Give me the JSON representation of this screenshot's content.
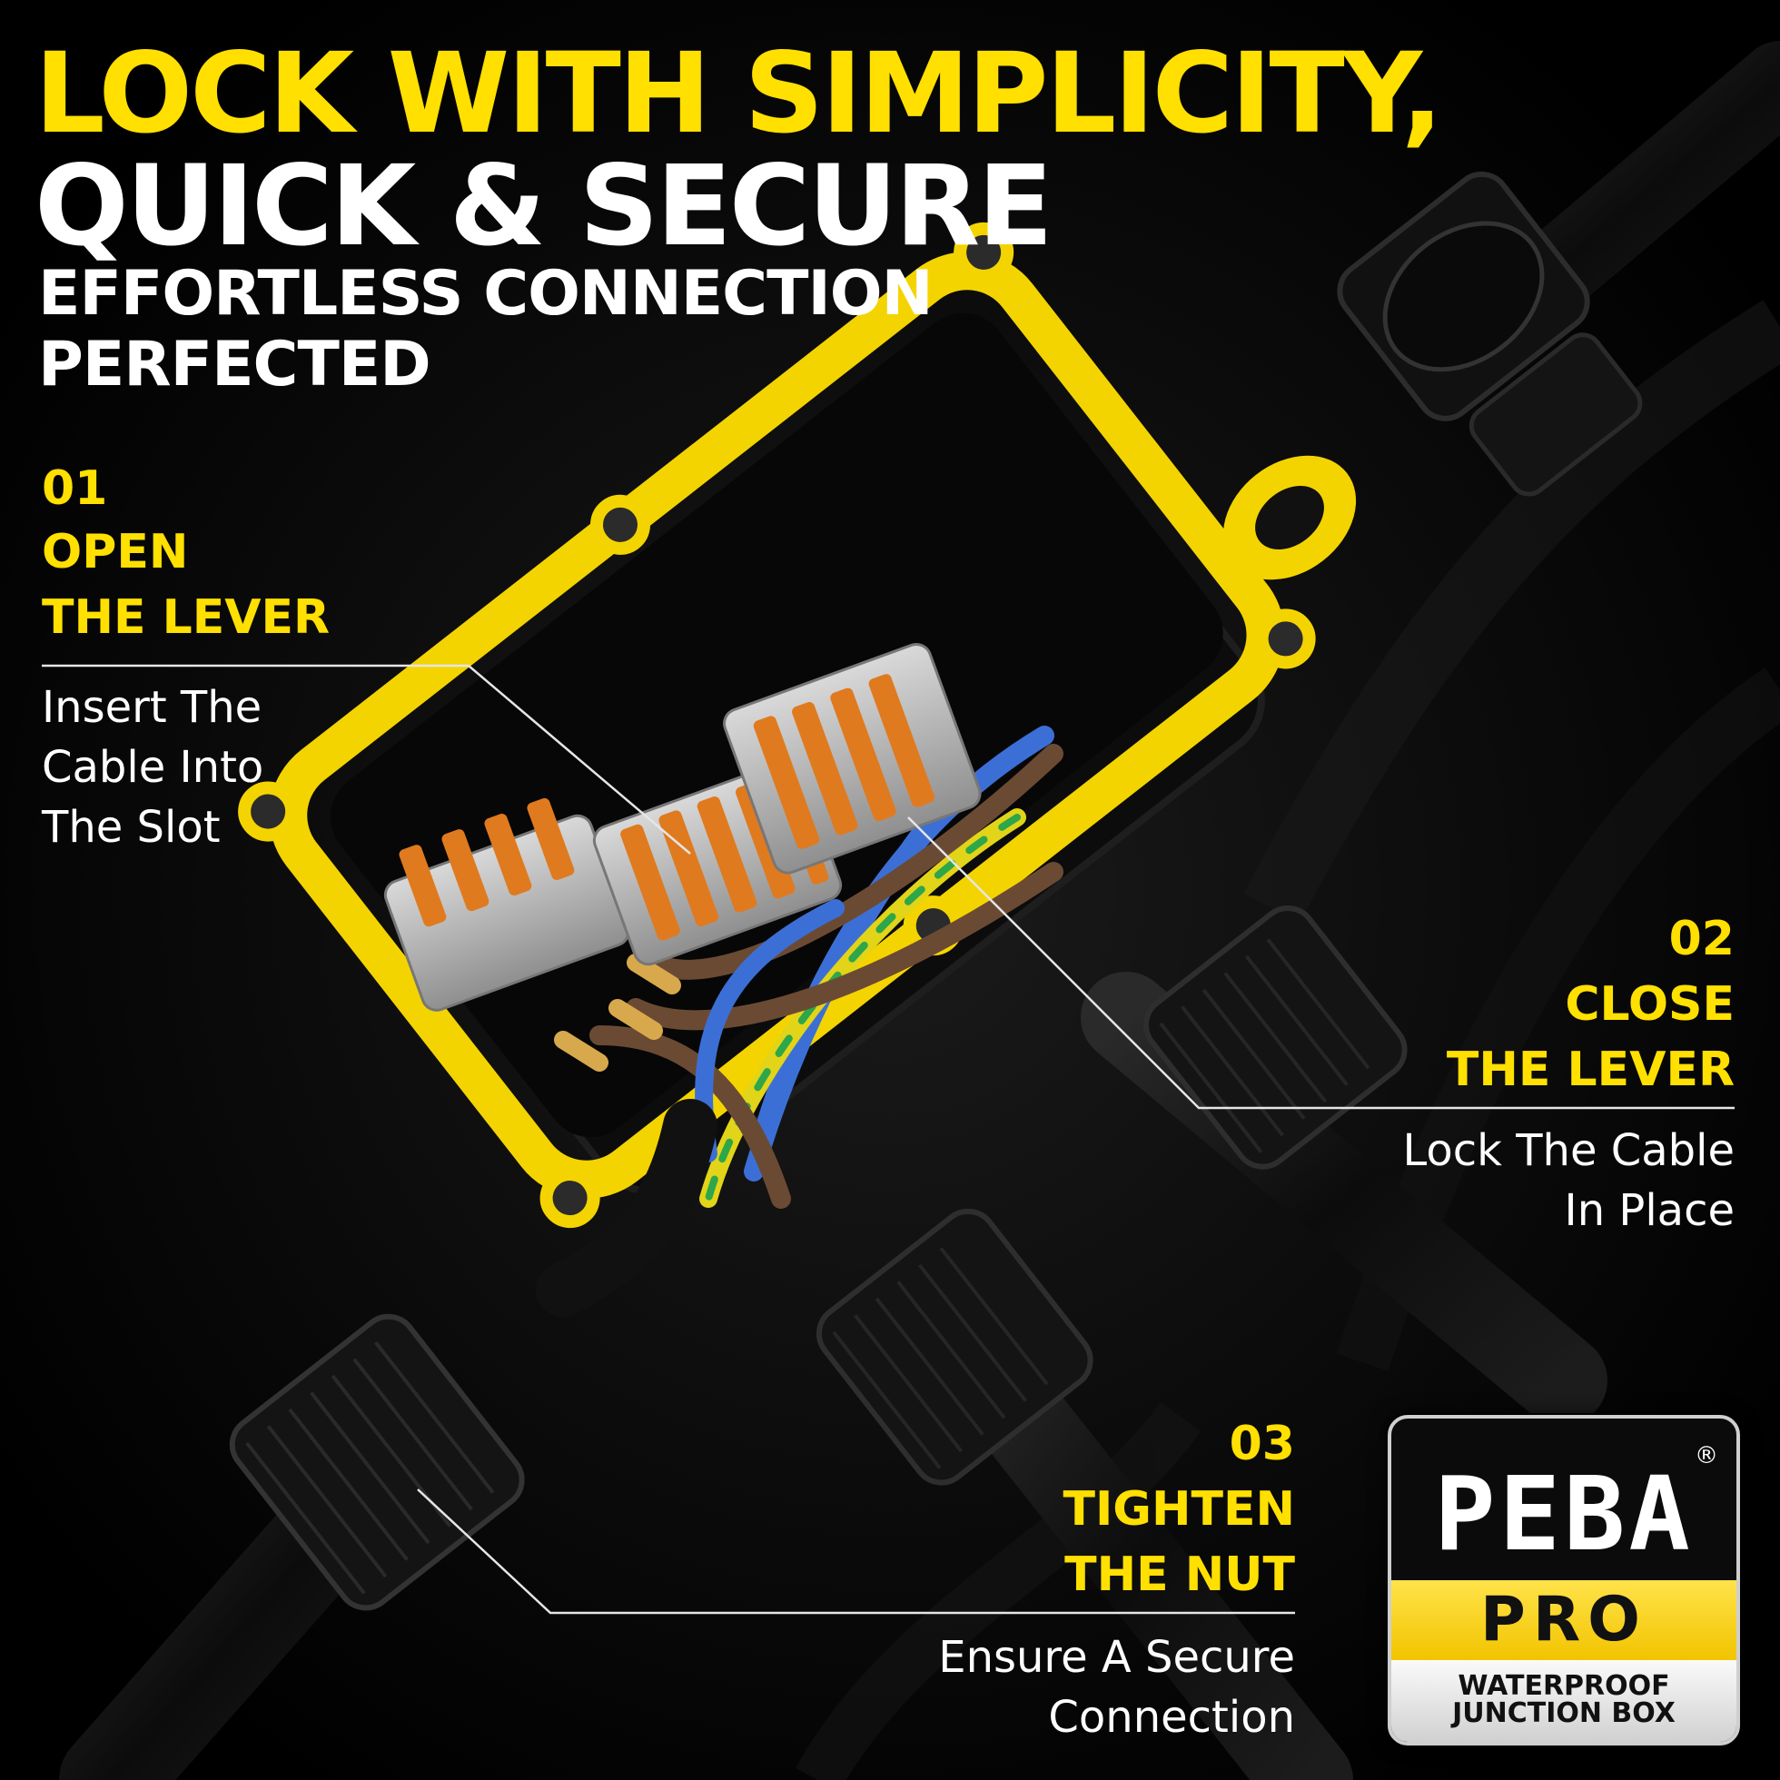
{
  "headline": {
    "line1": "LOCK WITH SIMPLICITY,",
    "line2": "QUICK & SECURE",
    "sub1": "EFFORTLESS CONNECTION",
    "sub2": "PERFECTED"
  },
  "steps": [
    {
      "number": "01",
      "title1": "OPEN",
      "title2": "THE LEVER",
      "desc1": "Insert The",
      "desc2": "Cable Into",
      "desc3": "The Slot"
    },
    {
      "number": "02",
      "title1": "CLOSE",
      "title2": "THE LEVER",
      "desc1": "Lock The Cable",
      "desc2": "In Place"
    },
    {
      "number": "03",
      "title1": "TIGHTEN",
      "title2": "THE NUT",
      "desc1": "Ensure A Secure",
      "desc2": "Connection"
    }
  ],
  "badge": {
    "logo": "PEBA",
    "registered": "®",
    "tier": "PRO",
    "line1": "WATERPROOF",
    "line2": "JUNCTION BOX"
  },
  "colors": {
    "accent": "#ffe000",
    "background": "#030303",
    "text": "#ffffff"
  }
}
